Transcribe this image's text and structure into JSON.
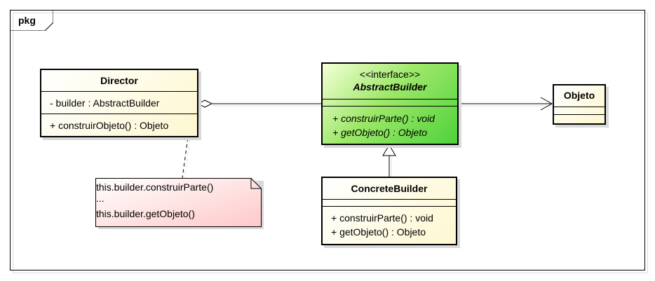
{
  "package": {
    "label": "pkg"
  },
  "classes": {
    "director": {
      "name": "Director",
      "attributes": [
        "- builder : AbstractBuilder"
      ],
      "operations": [
        "+ construirObjeto() : Objeto"
      ]
    },
    "abstract_builder": {
      "stereotype": "<<interface>>",
      "name": "AbstractBuilder",
      "operations": [
        "+ construirParte() : void",
        "+ getObjeto() : Objeto"
      ]
    },
    "concrete_builder": {
      "name": "ConcreteBuilder",
      "operations": [
        "+ construirParte() : void",
        "+ getObjeto() : Objeto"
      ]
    },
    "objeto": {
      "name": "Objeto"
    }
  },
  "note": {
    "lines": [
      "this.builder.construirParte()",
      "...",
      "this.builder.getObjeto()"
    ]
  },
  "colors": {
    "class_fill": "#fdf7cf",
    "interface_fill": "#4fd23a",
    "note_fill": "#ffd6d6"
  }
}
